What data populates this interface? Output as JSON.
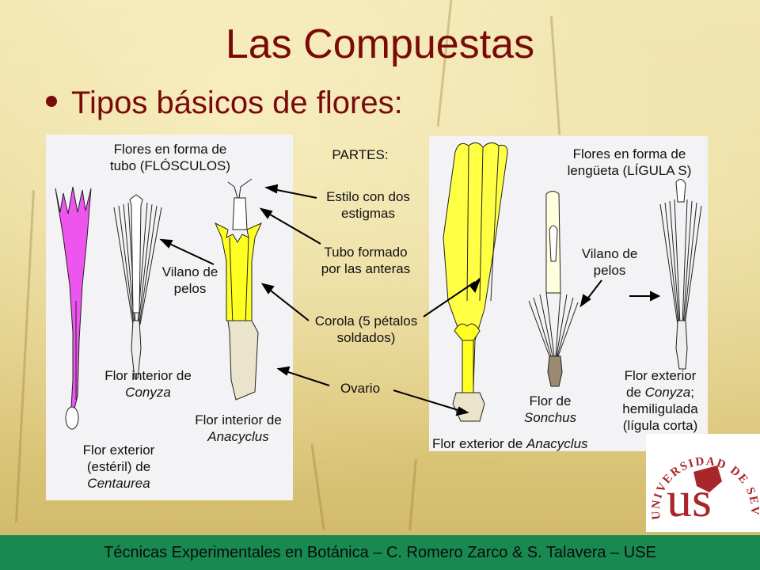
{
  "slide": {
    "title": "Las Compuestas",
    "bullet": "Tipos básicos de flores:"
  },
  "left_panel": {
    "heading_line1": "Flores en forma de",
    "heading_line2": "tubo (FLÓSCULOS)",
    "vilano_line1": "Vilano de",
    "vilano_line2": "pelos",
    "conyza_line1": "Flor interior de",
    "conyza_line2": "Conyza",
    "anacyclus_line1": "Flor interior de",
    "anacyclus_line2": "Anacyclus",
    "centaurea_line1": "Flor exterior",
    "centaurea_line2": "(estéril) de",
    "centaurea_line3": "Centaurea"
  },
  "center_labels": {
    "partes": "PARTES:",
    "estilo_line1": "Estilo con dos",
    "estilo_line2": "estigmas",
    "tubo_line1": "Tubo formado",
    "tubo_line2": "por las anteras",
    "corola_line1": "Corola (5 pétalos",
    "corola_line2": "soldados)",
    "ovario": "Ovario"
  },
  "right_panel": {
    "heading_line1": "Flores en forma de",
    "heading_line2": "lengüeta (LÍGULA S)",
    "vilano_line1": "Vilano de",
    "vilano_line2": "pelos",
    "sonchus_line1": "Flor de",
    "sonchus_line2": "Sonchus",
    "conyza_ext_line1": "Flor exterior",
    "conyza_ext_line2a": "de ",
    "conyza_ext_line2b": "Conyza",
    "conyza_ext_line2c": ";",
    "conyza_ext_line3": "hemiligulada",
    "conyza_ext_line4": "(lígula corta)",
    "anacyclus_ext_a": "Flor exterior de ",
    "anacyclus_ext_b": "Anacyclus"
  },
  "logo": {
    "ring_text": "UNIVERSIDAD DE SEVILLA",
    "monogram": "us"
  },
  "footer": {
    "text": "Técnicas Experimentales en Botánica – C. Romero Zarco & S. Talavera – USE"
  },
  "colors": {
    "title": "#7a0a0a",
    "footer_bg": "#188a50",
    "floret_pink": "#ee55ee",
    "floret_yellow": "#ffff22",
    "ligule_yellow": "#ffff44",
    "ovary": "#eae4cc"
  }
}
